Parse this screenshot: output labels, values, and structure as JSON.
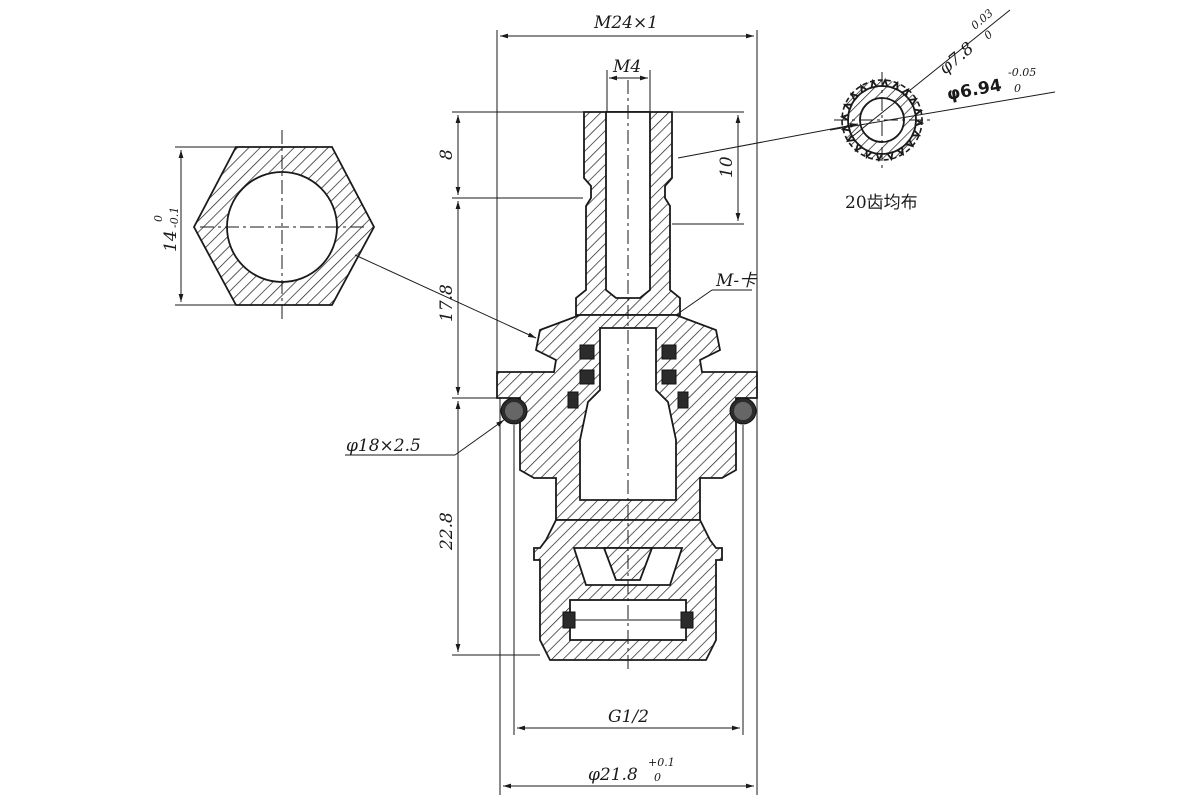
{
  "dimensions": {
    "thread_top": "M24×1",
    "thread_stem": "M4",
    "height_top": "8",
    "height_mid": "17.8",
    "height_bottom": "22.8",
    "spline_length": "10",
    "hex_flats": "14",
    "hex_flats_tol_upper": "0",
    "hex_flats_tol_lower": "-0.1",
    "oring": "φ18×2.5",
    "thread_bottom": "G1/2",
    "outer_dia": "φ21.8",
    "outer_dia_tol_upper": "+0.1",
    "outer_dia_tol_lower": "0",
    "spline_major": "φ7.8",
    "spline_major_tol_upper": "0.03",
    "spline_major_tol_lower": "0",
    "spline_minor": "φ6.94",
    "spline_minor_tol_upper": "-0.05",
    "spline_minor_tol_lower": "0"
  },
  "notes": {
    "clip_label": "M-卡",
    "spline_note": "20齿均布"
  }
}
